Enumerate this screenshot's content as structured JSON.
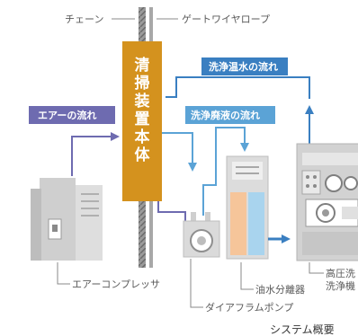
{
  "diagram": {
    "labels": {
      "chain": "チェーン",
      "gate_wire_rope": "ゲートワイヤロープ",
      "hot_water_flow": "洗浄温水の流れ",
      "waste_liquid_flow": "洗浄廃液の流れ",
      "air_flow": "エアーの流れ",
      "air_compressor": "エアーコンプレッサ",
      "oil_water_separator": "油水分離器",
      "diaphragm_pump": "ダイアフラムポンプ",
      "hp_washer_line1": "高圧洗",
      "hp_washer_line2": "洗浄機",
      "system_overview": "システム概要"
    },
    "main_unit": [
      "清",
      "掃",
      "装",
      "置",
      "本",
      "体"
    ],
    "colors": {
      "main_unit": "#d4921e",
      "water_arrow": "#3a7fc1",
      "waste_tag": "#5ba3d6",
      "air_arrow": "#6e6bb0",
      "machine_gray": "#cfcfcf",
      "tank_orange": "#f6c59a",
      "tank_blue": "#a9d4ee"
    }
  }
}
